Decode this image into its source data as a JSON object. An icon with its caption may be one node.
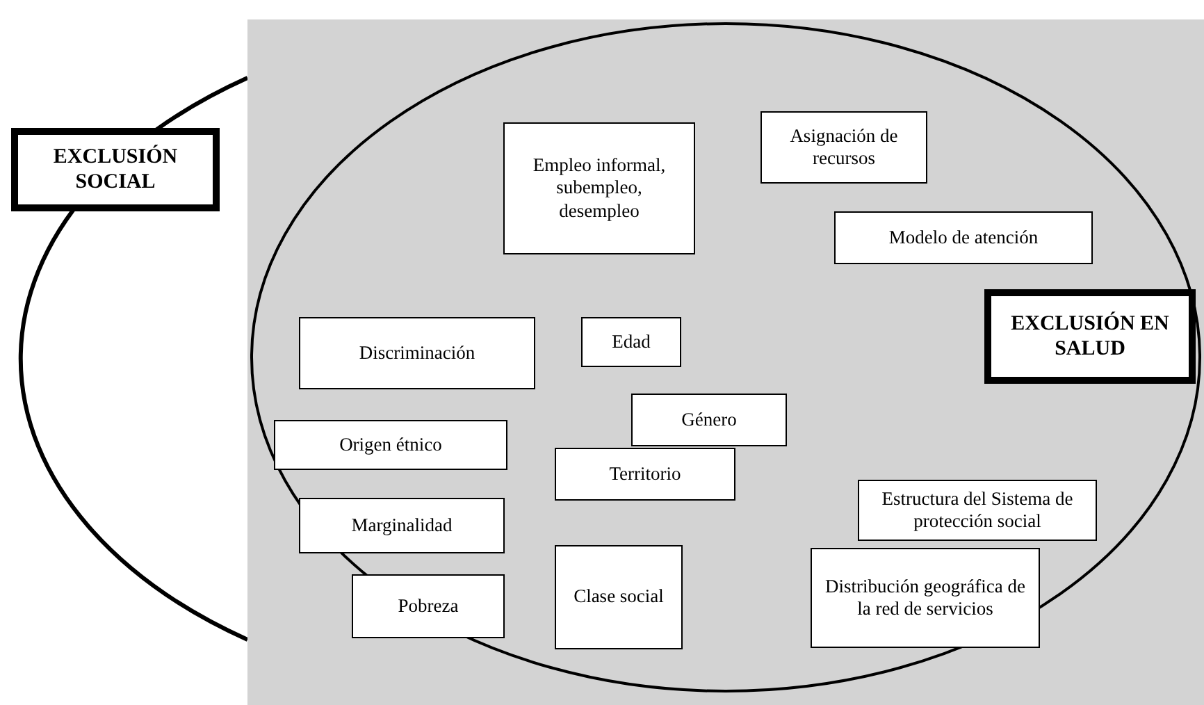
{
  "diagram": {
    "nodes": [
      {
        "text": [
          "EXCLUSIÓN SOCIAL"
        ]
      },
      {
        "text": [
          "EXCLUSIÓN EN SALUD"
        ]
      },
      {
        "text": [
          "Empleo informal, subempleo, desempleo"
        ]
      },
      {
        "text": [
          "Asignación de recursos"
        ]
      },
      {
        "text": [
          "Modelo de atención"
        ]
      },
      {
        "text": [
          "Discriminación"
        ]
      },
      {
        "text": [
          "Edad"
        ]
      },
      {
        "text": [
          "Género"
        ]
      },
      {
        "text": [
          "Origen étnico"
        ]
      },
      {
        "text": [
          "Territorio"
        ]
      },
      {
        "text": [
          "Marginalidad"
        ]
      },
      {
        "text": [
          "Estructura del Sistema de protección social"
        ]
      },
      {
        "text": [
          "Pobreza"
        ]
      },
      {
        "text": [
          "Clase social"
        ]
      },
      {
        "text": [
          "Distribución geográfica de la red de servicios"
        ]
      }
    ],
    "edges": []
  }
}
